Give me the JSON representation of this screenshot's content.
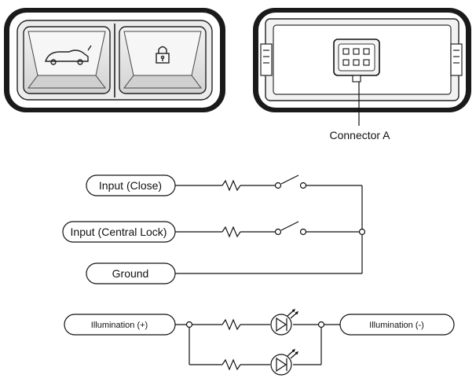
{
  "callout": {
    "connector_label": "Connector A"
  },
  "terminals": {
    "input_close": "Input (Close)",
    "input_central_lock": "Input (Central Lock)",
    "ground": "Ground",
    "illumination_pos": "Illumination (+)",
    "illumination_neg": "Illumination (-)"
  },
  "icons": {
    "trunk_button": "car-trunk-icon",
    "lock_button": "padlock-icon",
    "switch": "switch-icon",
    "resistor": "resistor-icon",
    "led": "led-icon",
    "junction": "junction-dot-icon"
  },
  "colors": {
    "line": "#111111",
    "background": "#ffffff",
    "panel": "#e6e6e6"
  }
}
